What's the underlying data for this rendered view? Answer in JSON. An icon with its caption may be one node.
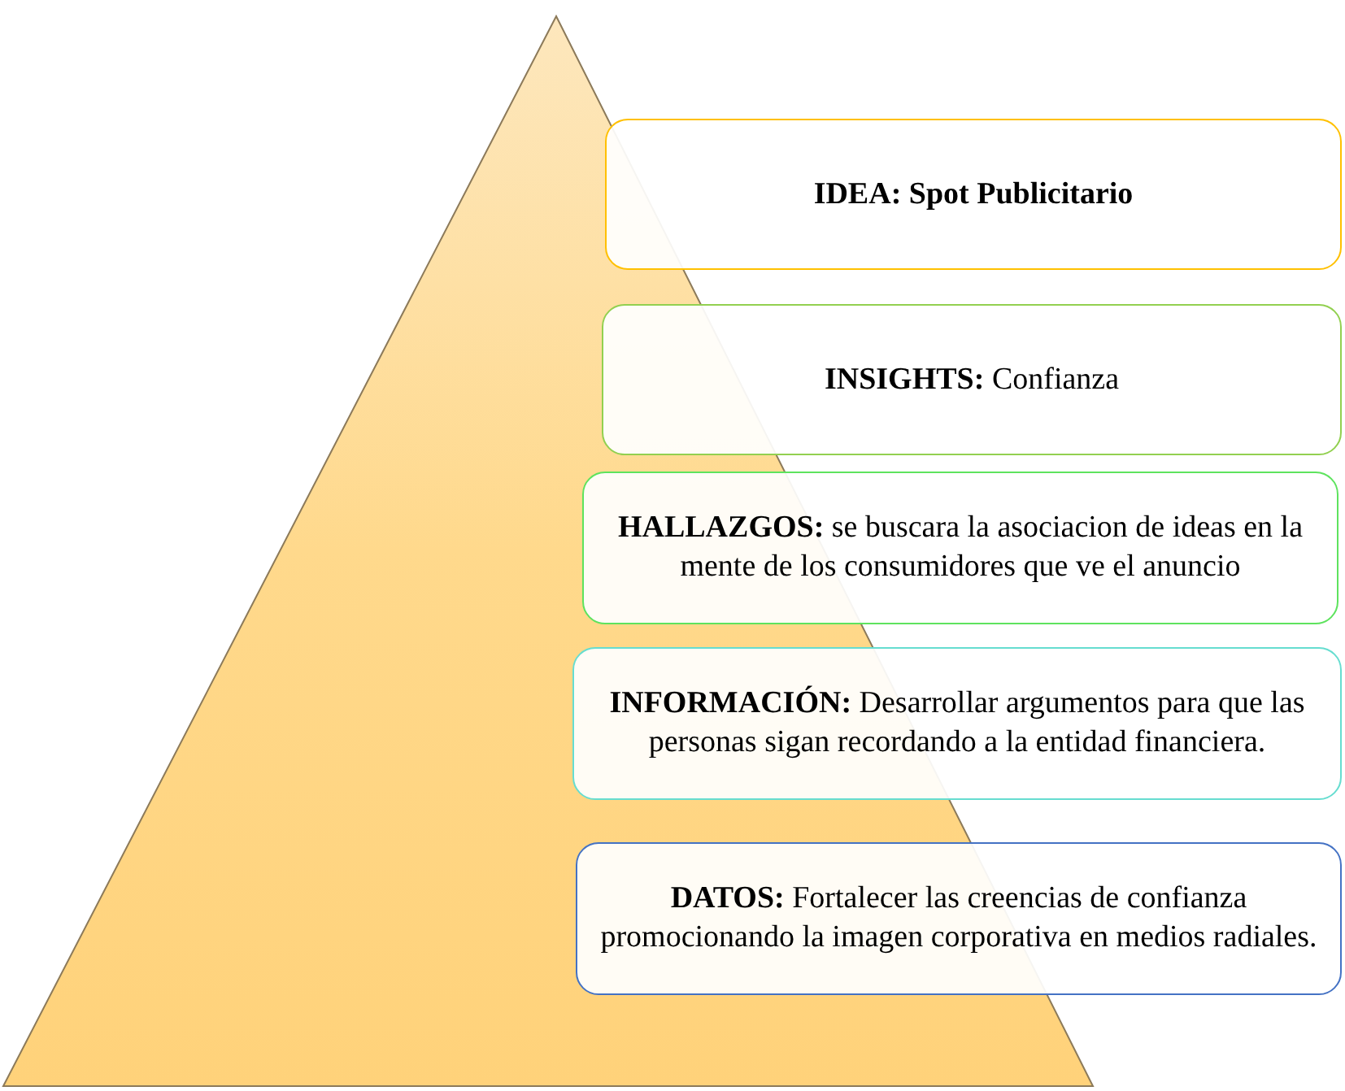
{
  "diagram": {
    "nodes": [
      {
        "text": [],
        "shape": "triangle"
      },
      {
        "text": [
          "IDEA: Spot Publicitario"
        ]
      },
      {
        "text": [
          "**INSIGHTS:** Confianza"
        ]
      },
      {
        "text": [
          "**HALLAZGOS:** se buscara la asociacion de ideas en la mente de los consumidores que ve el anuncio"
        ]
      },
      {
        "text": [
          "**INFORMACIÓN:** Desarrollar argumentos para que las personas sigan recordando a la entidad financiera."
        ]
      },
      {
        "text": [
          "**DATOS:** Fortalecer las creencias de confianza promocionando la imagen corporativa en medios radiales."
        ]
      }
    ],
    "edges": []
  }
}
